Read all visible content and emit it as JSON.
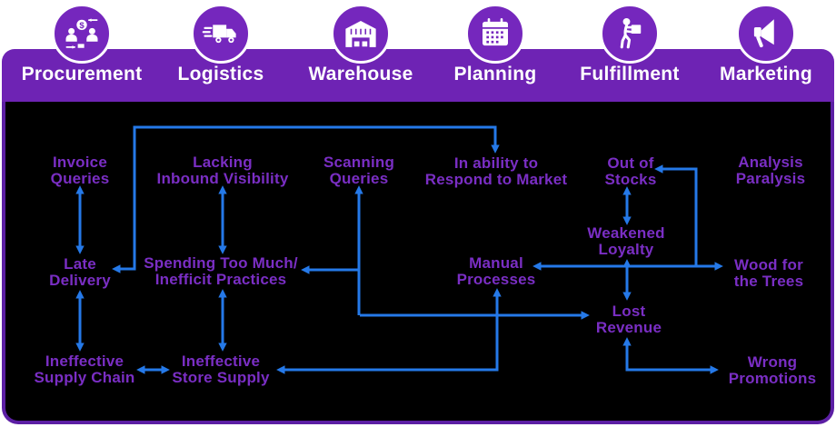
{
  "header": {
    "categories": [
      {
        "label": "Procurement",
        "icon": "procurement-icon"
      },
      {
        "label": "Logistics",
        "icon": "logistics-icon"
      },
      {
        "label": "Warehouse",
        "icon": "warehouse-icon"
      },
      {
        "label": "Planning",
        "icon": "planning-icon"
      },
      {
        "label": "Fulfillment",
        "icon": "fulfillment-icon"
      },
      {
        "label": "Marketing",
        "icon": "marketing-icon"
      }
    ]
  },
  "diagram": {
    "nodes": [
      {
        "id": "invoice-queries",
        "line1": "Invoice",
        "line2": "Queries"
      },
      {
        "id": "lacking-inbound-visibility",
        "line1": "Lacking",
        "line2": "Inbound Visibility"
      },
      {
        "id": "scanning-queries",
        "line1": "Scanning",
        "line2": "Queries"
      },
      {
        "id": "inability-respond-market",
        "line1": "In ability to",
        "line2": "Respond to Market"
      },
      {
        "id": "out-of-stocks",
        "line1": "Out of",
        "line2": "Stocks"
      },
      {
        "id": "analysis-paralysis",
        "line1": "Analysis",
        "line2": "Paralysis"
      },
      {
        "id": "late-delivery",
        "line1": "Late",
        "line2": "Delivery"
      },
      {
        "id": "spending-too-much",
        "line1": "Spending Too Much/",
        "line2": "Inefficit Practices"
      },
      {
        "id": "manual-processes",
        "line1": "Manual",
        "line2": "Processes"
      },
      {
        "id": "weakened-loyalty",
        "line1": "Weakened",
        "line2": "Loyalty"
      },
      {
        "id": "wood-for-the-trees",
        "line1": "Wood for",
        "line2": "the Trees"
      },
      {
        "id": "lost-revenue",
        "line1": "Lost",
        "line2": "Revenue"
      },
      {
        "id": "ineffective-supply-chain",
        "line1": "Ineffective",
        "line2": "Supply Chain"
      },
      {
        "id": "ineffective-store-supply",
        "line1": "Ineffective",
        "line2": "Store Supply"
      },
      {
        "id": "wrong-promotions",
        "line1": "Wrong",
        "line2": "Promotions"
      }
    ],
    "connections": [
      {
        "from": "Invoice Queries",
        "to": "Late Delivery"
      },
      {
        "from": "Lacking Inbound Visibility",
        "to": "Spending Too Much/Inefficit Practices"
      },
      {
        "from": "Scanning Queries",
        "to": "Spending Too Much/Inefficit Practices"
      },
      {
        "from": "Scanning Queries",
        "to": "Lost Revenue"
      },
      {
        "from": "Late Delivery",
        "to": "In ability to Respond to Market"
      },
      {
        "from": "Late Delivery",
        "to": "Ineffective Supply Chain"
      },
      {
        "from": "Spending Too Much/Inefficit Practices",
        "to": "Ineffective Store Supply"
      },
      {
        "from": "Ineffective Supply Chain",
        "to": "Ineffective Store Supply"
      },
      {
        "from": "Out of Stocks",
        "to": "Weakened Loyalty"
      },
      {
        "from": "Weakened Loyalty",
        "to": "Lost Revenue"
      },
      {
        "from": "Wood for the Trees",
        "to": "Out of Stocks"
      },
      {
        "from": "Wood for the Trees",
        "to": "Manual Processes"
      },
      {
        "from": "Manual Processes",
        "to": "Ineffective Store Supply"
      },
      {
        "from": "Lost Revenue",
        "to": "Wrong Promotions"
      }
    ]
  },
  "colors": {
    "header_purple": "#6E23B4",
    "circle_purple": "#7527BD",
    "panel_background": "#000000",
    "panel_border_purple": "#5C1FA4",
    "node_text_purple": "#7A2EC4",
    "connector_blue": "#2579E8",
    "icon_white": "#FFFFFF"
  }
}
